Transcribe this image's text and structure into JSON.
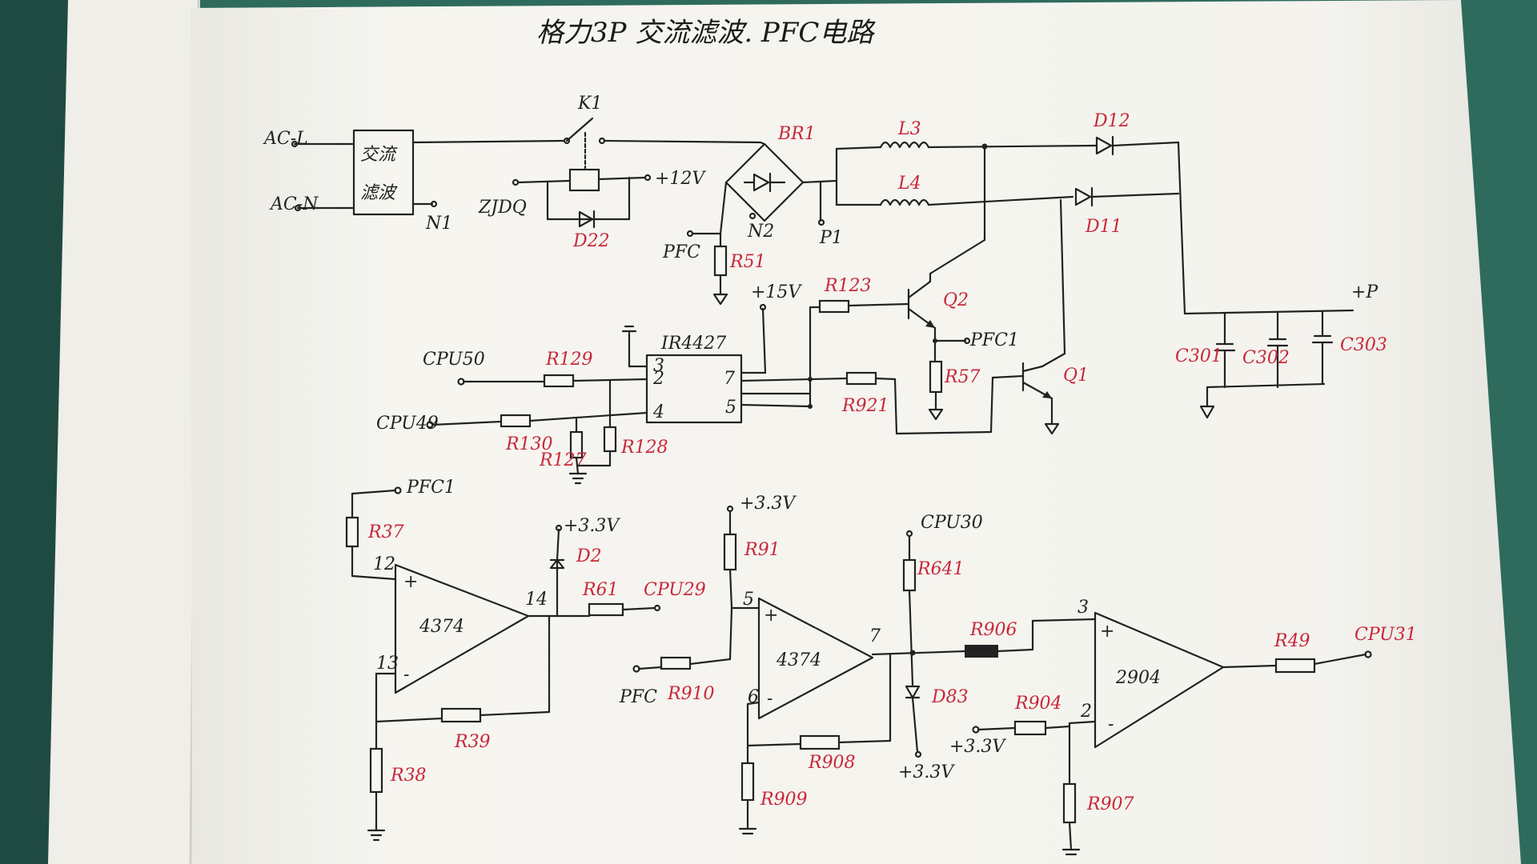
{
  "title": "格力3P 交流滤波. PFC电路",
  "labels": {
    "ac_l": "AC-L",
    "ac_n": "AC-N",
    "filter_1": "交流",
    "filter_2": "滤波",
    "n1": "N1",
    "k1": "K1",
    "relay": "ZJDQ",
    "plus12v": "+12V",
    "d22": "D22",
    "br1": "BR1",
    "n2": "N2",
    "p1": "P1",
    "pfc_top": "PFC",
    "r51": "R51",
    "l3": "L3",
    "l4": "L4",
    "d12": "D12",
    "d11": "D11",
    "plus_p": "+P",
    "c301": "C301",
    "c302": "C302",
    "c303": "C303",
    "plus15v": "+15V",
    "r123": "R123",
    "q2": "Q2",
    "pfc1_mid": "PFC1",
    "r57": "R57",
    "q1": "Q1",
    "r921": "R921",
    "ir4427": "IR4427",
    "pin3": "3",
    "pin2": "2",
    "pin4": "4",
    "pin7": "7",
    "pin5": "5",
    "cpu50": "CPU50",
    "cpu49": "CPU49",
    "r129": "R129",
    "r130": "R130",
    "r127": "R127",
    "r128": "R128",
    "pfc1_low": "PFC1",
    "r37": "R37",
    "op1": "4374",
    "op1_p12": "12",
    "op1_p13": "13",
    "op1_p14": "14",
    "plus33v_d2": "+3.3V",
    "d2": "D2",
    "r61": "R61",
    "cpu29": "CPU29",
    "r39": "R39",
    "r38": "R38",
    "plus33v_r91": "+3.3V",
    "r91": "R91",
    "op2": "4374",
    "op2_p5": "5",
    "op2_p6": "6",
    "op2_p7": "7",
    "pfc_low": "PFC",
    "r910": "R910",
    "r908": "R908",
    "r909": "R909",
    "cpu30": "CPU30",
    "r641": "R641",
    "d83": "D83",
    "plus33v_d83": "+3.3V",
    "r906": "R906",
    "r904": "R904",
    "plus33v_r904": "+3.3V",
    "r907": "R907",
    "op3": "2904",
    "op3_p3": "3",
    "op3_p2": "2",
    "r49": "R49",
    "cpu31": "CPU31"
  },
  "colors": {
    "background": "#2f6a5e",
    "paper": "#f4f3ee",
    "ink_black": "#222222",
    "ink_red": "#c8283a"
  }
}
